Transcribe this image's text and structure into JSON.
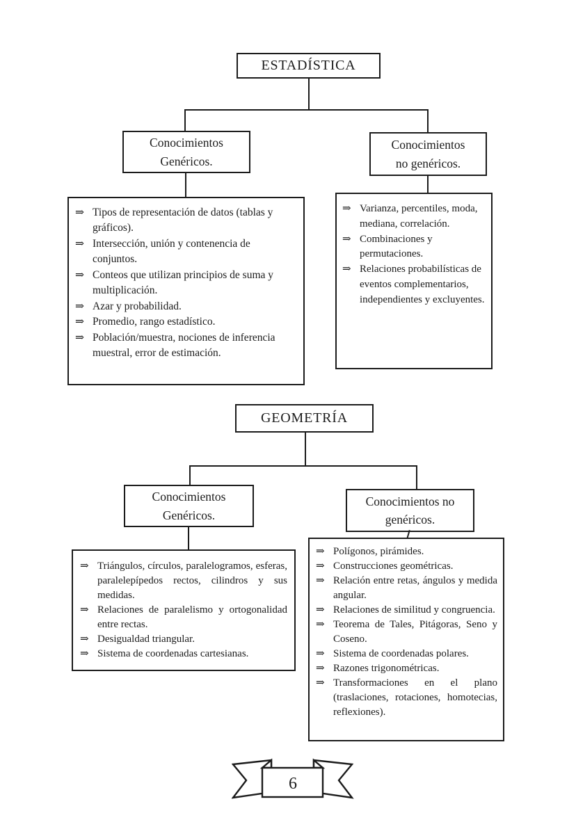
{
  "glyphs": {
    "arrow": "⇒"
  },
  "footer": {
    "page_number": "6"
  },
  "sections": [
    {
      "id": "estadistica",
      "title": "ESTADÍSTICA",
      "branches": [
        {
          "line1": "Conocimientos",
          "line2": "Genéricos."
        },
        {
          "line1": "Conocimientos",
          "line2": "no genéricos."
        }
      ],
      "generic_items": [
        "Tipos de representación de datos (tablas y gráficos).",
        "Intersección, unión y contenencia de conjuntos.",
        "Conteos que utilizan principios de suma y multiplicación.",
        "Azar y probabilidad.",
        "Promedio, rango estadístico.",
        "Población/muestra, nociones de inferencia muestral, error de estimación."
      ],
      "nongeneric_items": [
        "Varianza, percentiles, moda, mediana, correlación.",
        "Combinaciones y permutaciones.",
        "Relaciones probabilísticas de eventos complementarios, independientes y excluyentes."
      ]
    },
    {
      "id": "geometria",
      "title": "GEOMETRÍA",
      "branches": [
        {
          "line1": "Conocimientos",
          "line2": "Genéricos."
        },
        {
          "line1": "Conocimientos no",
          "line2": "genéricos."
        }
      ],
      "generic_items": [
        "Triángulos, círculos, paralelogramos, esferas, paralelepípedos rectos, cilindros y sus medidas.",
        "Relaciones de paralelismo y ortogonalidad entre rectas.",
        "Desigualdad triangular.",
        "Sistema de coordenadas cartesianas."
      ],
      "nongeneric_items": [
        "Polígonos, pirámides.",
        "Construcciones geométricas.",
        "Relación entre retas, ángulos y medida angular.",
        "Relaciones de similitud y congruencia.",
        "Teorema de Tales, Pitágoras, Seno y Coseno.",
        "Sistema de coordenadas polares.",
        "Razones trigonométricas.",
        "Transformaciones en el plano (traslaciones, rotaciones, homotecias, reflexiones)."
      ]
    }
  ]
}
